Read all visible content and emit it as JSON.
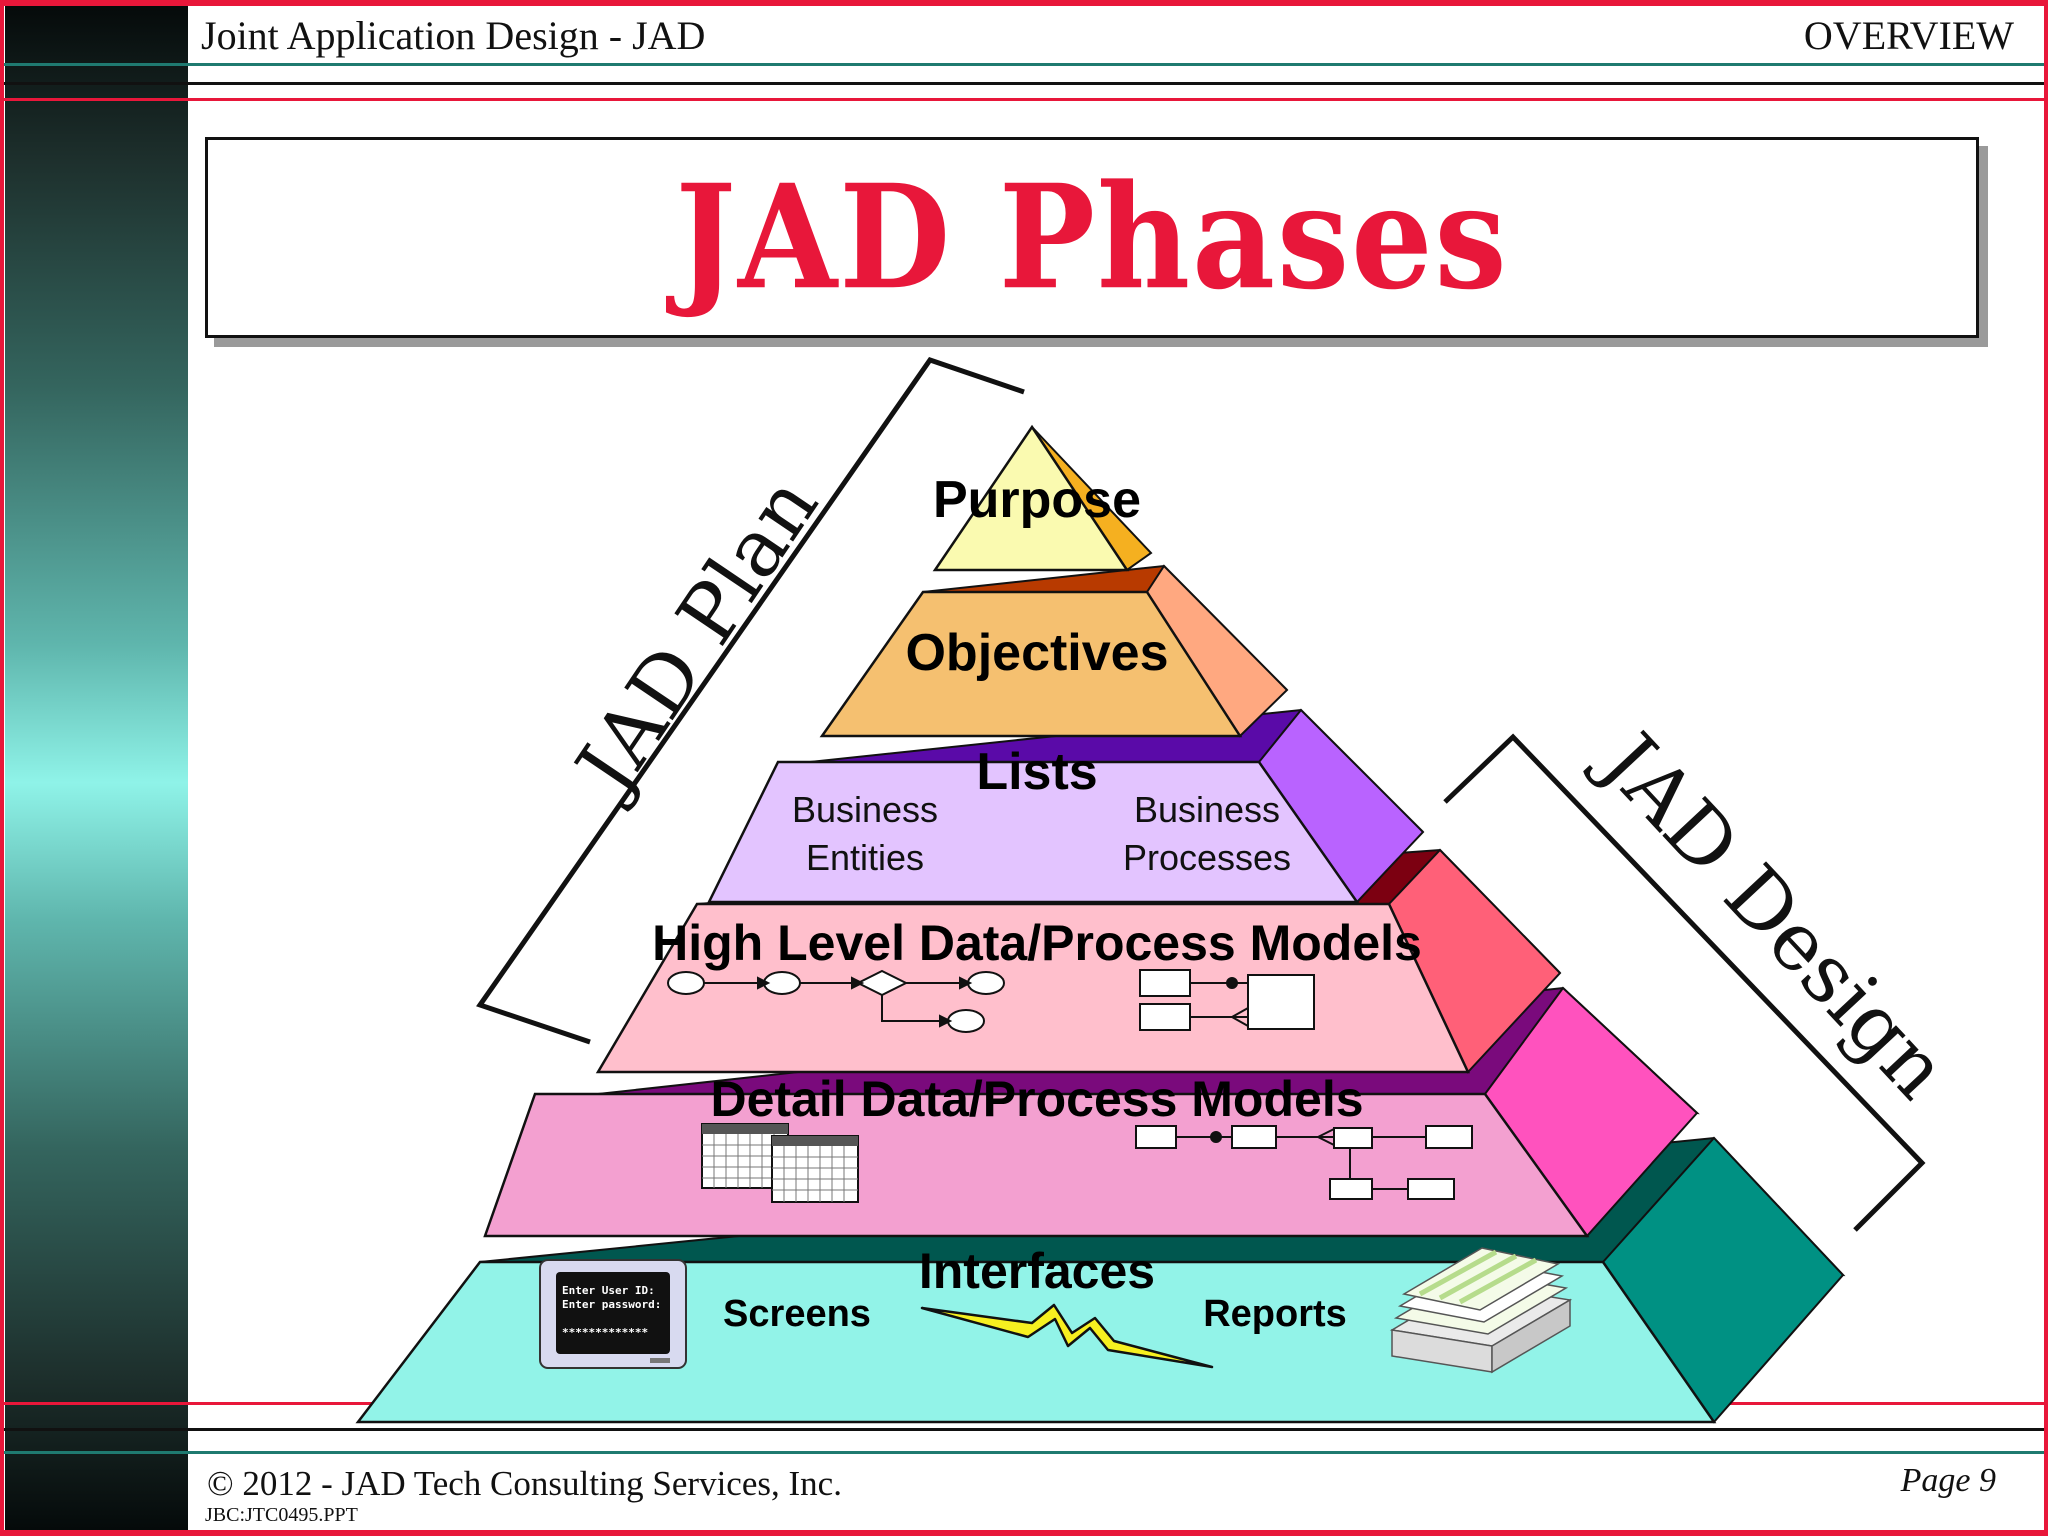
{
  "header": {
    "left": "Joint Application Design - JAD",
    "right": "OVERVIEW"
  },
  "title": "JAD Phases",
  "brackets": {
    "plan": "JAD Plan",
    "design": "JAD Design"
  },
  "layers": {
    "purpose": {
      "label": "Purpose"
    },
    "objectives": {
      "label": "Objectives"
    },
    "lists": {
      "label": "Lists",
      "left": [
        "Business",
        "Entities"
      ],
      "right": [
        "Business",
        "Processes"
      ]
    },
    "high_level": {
      "label": "High Level Data/Process Models"
    },
    "detail": {
      "label": "Detail Data/Process Models"
    },
    "interfaces": {
      "label": "Interfaces",
      "screens": "Screens",
      "reports": "Reports",
      "monitor_lines": [
        "Enter User ID:",
        "Enter password:",
        "*************"
      ]
    }
  },
  "footer": {
    "copyright": "© 2012 - JAD Tech Consulting Services, Inc.",
    "code": "JBC:JTC0495.PPT",
    "page": "Page 9"
  },
  "colors": {
    "accent_red": "#e8173a",
    "teal_rule": "#1f7a70"
  }
}
